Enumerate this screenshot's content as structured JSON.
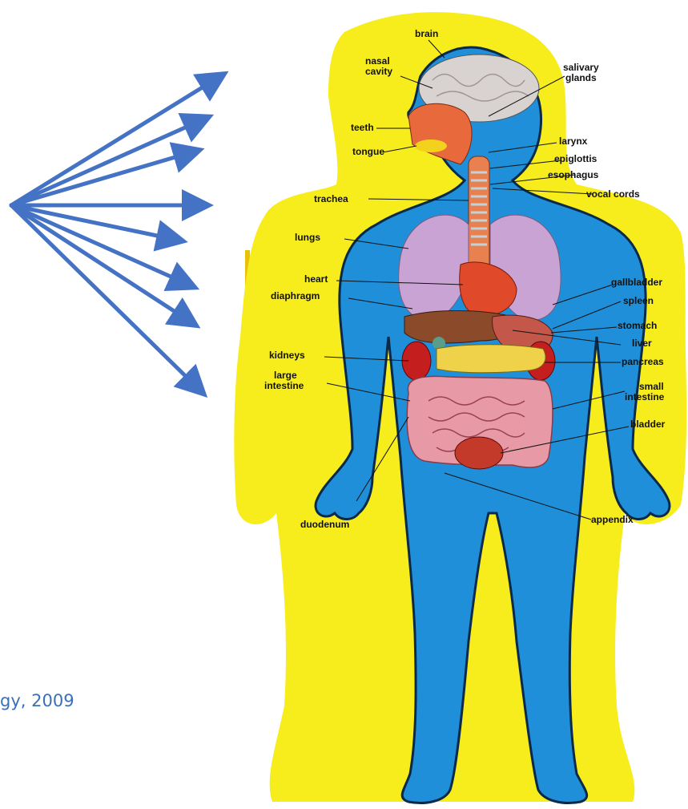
{
  "citation": "gy, 2009",
  "colors": {
    "arrow": "#4472c4",
    "background_silhouette": "#f7ec1c",
    "body": "#1e8fd8",
    "outline": "#0b2a4a",
    "citation_text": "#3b6fb6"
  },
  "arrows": {
    "count": 8
  },
  "labels": {
    "brain": "brain",
    "nasal_cavity_1": "nasal",
    "nasal_cavity_2": "cavity",
    "salivary_glands_1": "salivary",
    "salivary_glands_2": "glands",
    "teeth": "teeth",
    "tongue": "tongue",
    "larynx": "larynx",
    "epiglottis": "epiglottis",
    "esophagus": "esophagus",
    "vocal_cords": "vocal cords",
    "trachea": "trachea",
    "lungs": "lungs",
    "heart": "heart",
    "diaphragm": "diaphragm",
    "gallbladder": "gallbladder",
    "spleen": "spleen",
    "stomach": "stomach",
    "liver": "liver",
    "kidneys": "kidneys",
    "pancreas": "pancreas",
    "large_intestine_1": "large",
    "large_intestine_2": "intestine",
    "small_intestine_1": "small",
    "small_intestine_2": "intestine",
    "bladder": "bladder",
    "duodenum": "duodenum",
    "appendix": "appendix"
  }
}
